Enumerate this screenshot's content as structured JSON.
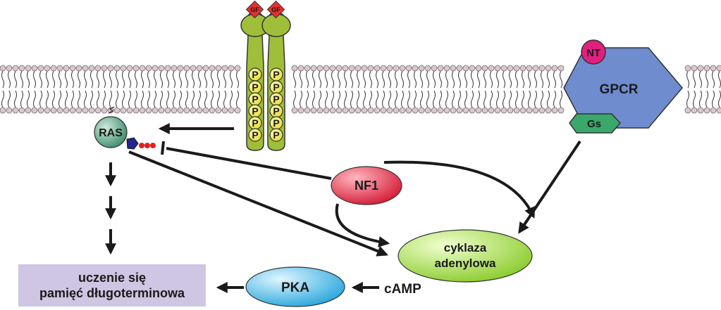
{
  "labels": {
    "gf": "GF",
    "p": "P",
    "nt": "NT",
    "gpcr": "GPCR",
    "gs": "Gs",
    "ras": "RAS",
    "nf1": "NF1",
    "cyklaza_line1": "cyklaza",
    "cyklaza_line2": "adenylowa",
    "pka": "PKA",
    "camp": "cAMP",
    "outcome_line1": "uczenie się",
    "outcome_line2": "pamięć długoterminowa"
  },
  "colors": {
    "membrane_head": "#d9c8cf",
    "membrane_tail": "#333333",
    "receptor": "#9fbf3a",
    "gf": "#e63030",
    "phosphate": "#f2ee38",
    "nt": "#e0207f",
    "gpcr": "#6f8ccf",
    "gs": "#3aa86a",
    "ras": "#5aa387",
    "nf1": "#e8324a",
    "cyklaza": "#a6dc4a",
    "pka": "#46b8e4",
    "outcome_box": "#cfc6e3",
    "arrow": "#1a1a1a"
  }
}
